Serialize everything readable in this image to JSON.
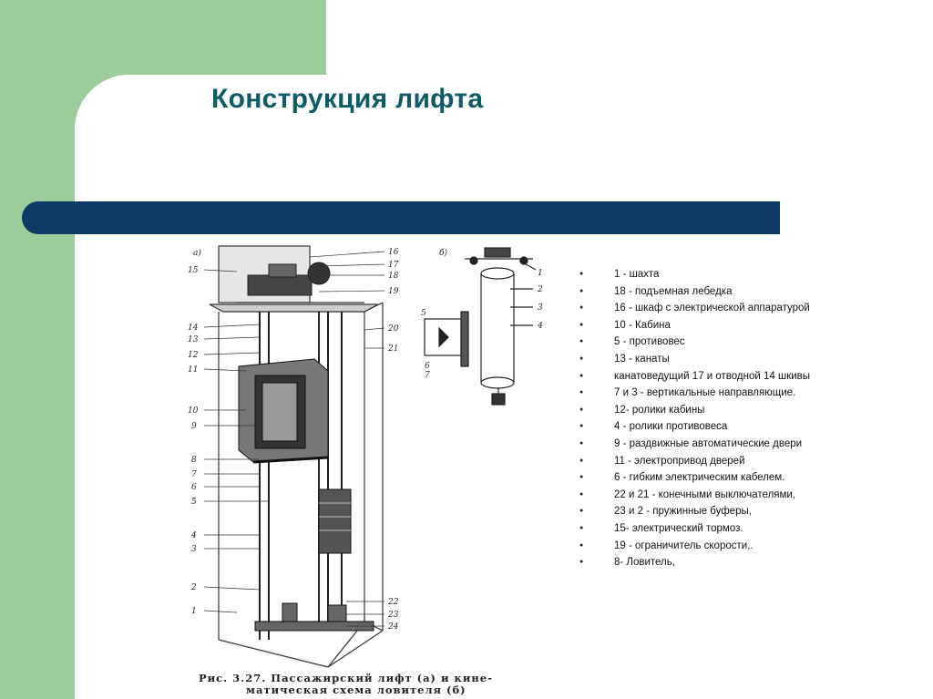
{
  "slide": {
    "title": "Конструкция лифта"
  },
  "legend": [
    "1 - шахта",
    "18 - подъемная лебедка",
    " 16  - шкаф с электрической аппаратурой",
    " 10  - Кабина",
    " 5  - противовес",
    " 13 - канаты",
    "канатоведущий 17 и отводной 14 шкивы",
    "7 и 3  - вертикальные направляющие.",
    "12-  ролики кабины",
    "4 - ролики противовеса",
    "9  - раздвижные автоматические двери",
    " 11 - электропривод дверей",
    " 6 -  гибким электрическим кабелем.",
    " 22 и 21 -  конечными выключателями,",
    "23 и 2  - пружинные буферы,",
    "15-  электрический тормоз.",
    "19 - ограничитель скорости,.",
    "8-  Ловитель,"
  ],
  "figure": {
    "label_a": "а)",
    "label_b": "б)",
    "numbers_left": [
      "15",
      "14",
      "13",
      "12",
      "11",
      "10",
      "9",
      "8",
      "7",
      "6",
      "5",
      "4",
      "3",
      "2",
      "1"
    ],
    "numbers_right": [
      "16",
      "17",
      "18",
      "19",
      "20",
      "21",
      "22",
      "23",
      "24"
    ],
    "numbers_b": [
      "5",
      "6",
      "7",
      "1",
      "2",
      "3",
      "4"
    ],
    "caption_line1": "Рис. 3.27. Пассажирский лифт (а) и кине-",
    "caption_line2": "матическая схема ловителя (б)"
  }
}
